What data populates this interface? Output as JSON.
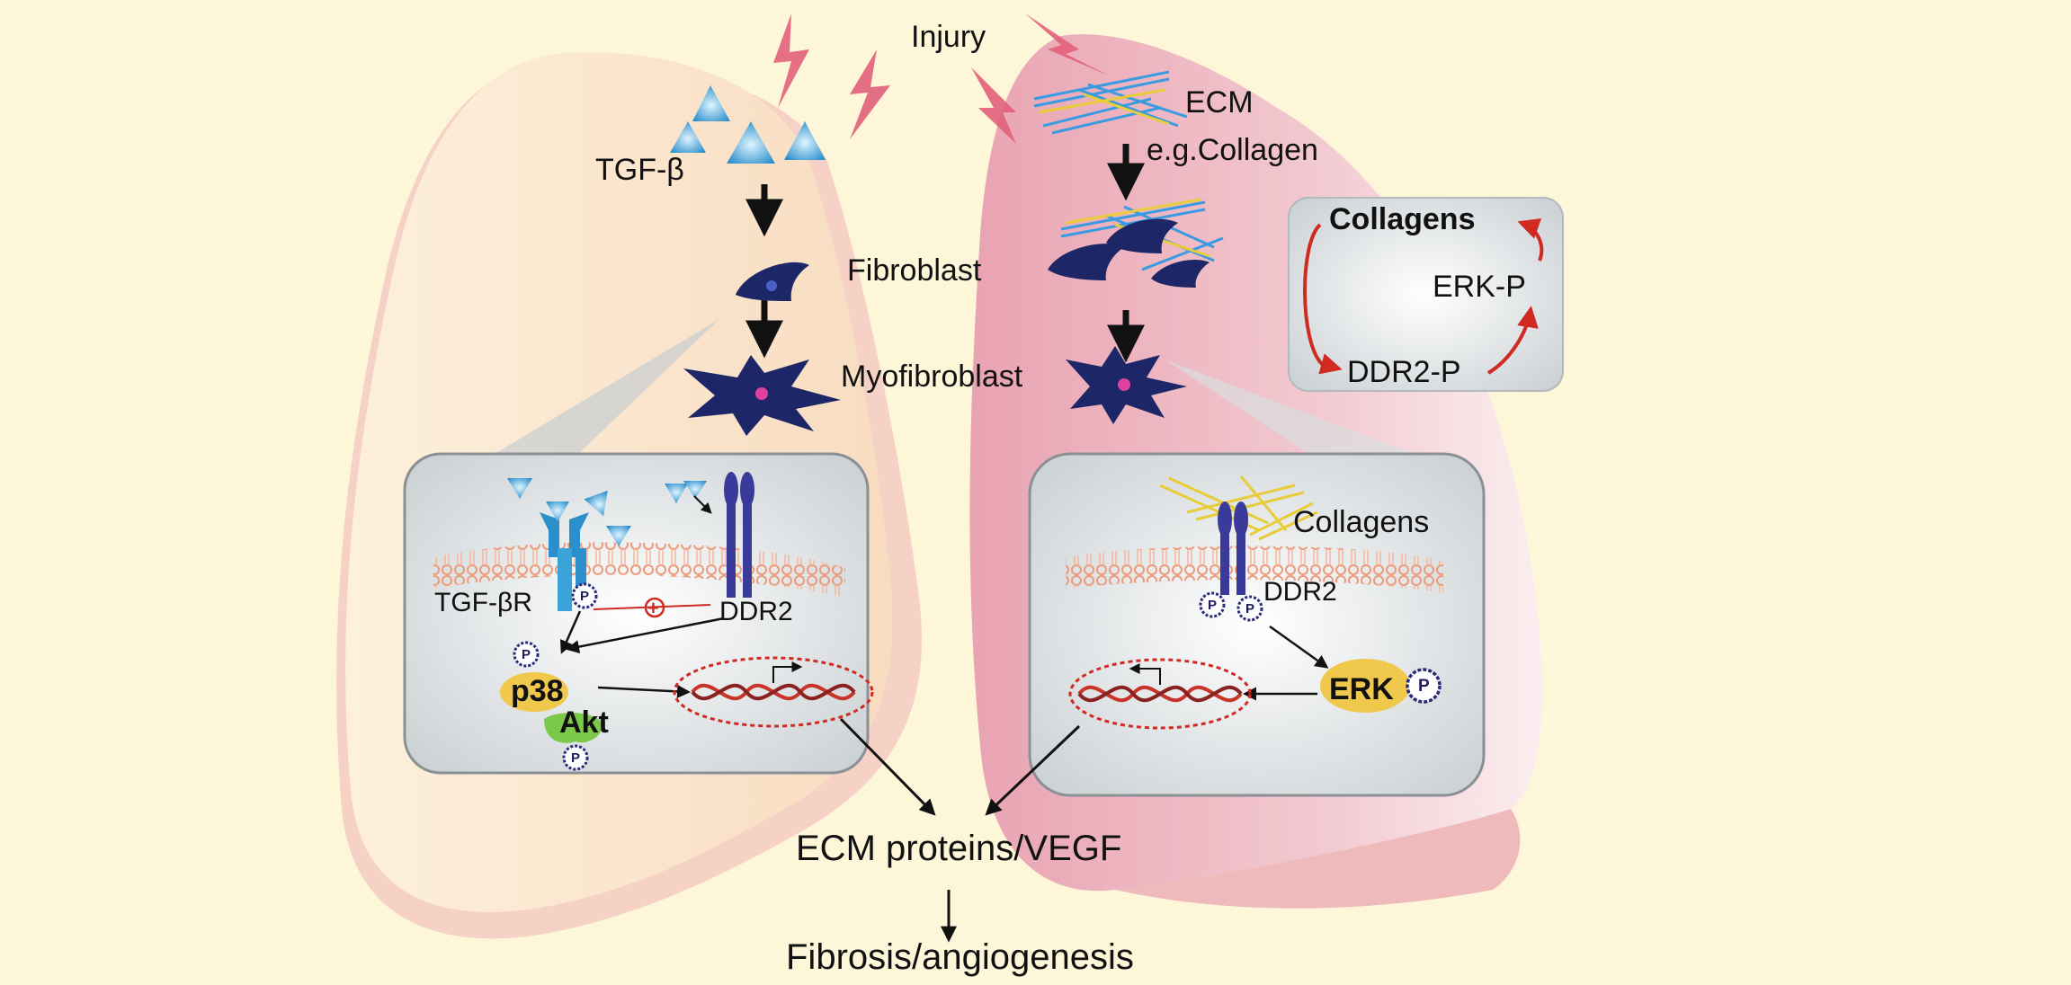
{
  "labels": {
    "injury": "Injury",
    "tgf_beta": "TGF-β",
    "fibroblast": "Fibroblast",
    "myofibroblast": "Myofibroblast",
    "ecm": "ECM",
    "eg_collagen": "e.g.Collagen",
    "tgf_beta_r": "TGF-βR",
    "ddr2_left": "DDR2",
    "p38": "p38",
    "akt": "Akt",
    "collagens_right": "Collagens",
    "ddr2_right": "DDR2",
    "erk": "ERK",
    "ecm_proteins_vegf": "ECM  proteins/VEGF",
    "fibrosis_angiogenesis": "Fibrosis/angiogenesis",
    "phospho": "P",
    "plus_sign": "+"
  },
  "feedback_loop": {
    "collagens": "Collagens",
    "erk_p": "ERK-P",
    "ddr2_p": "DDR2-P"
  },
  "colors": {
    "background": "#fdf6d8",
    "left_lung": "#fbe6cc",
    "right_lung": "#eeb4bf",
    "cell_dark": "#1d2666",
    "tgf_beta_blue": "#3aa3d8",
    "membrane": "#f2a583",
    "collagen_yellow": "#e8cc3a",
    "arrow_red": "#d02a22"
  }
}
